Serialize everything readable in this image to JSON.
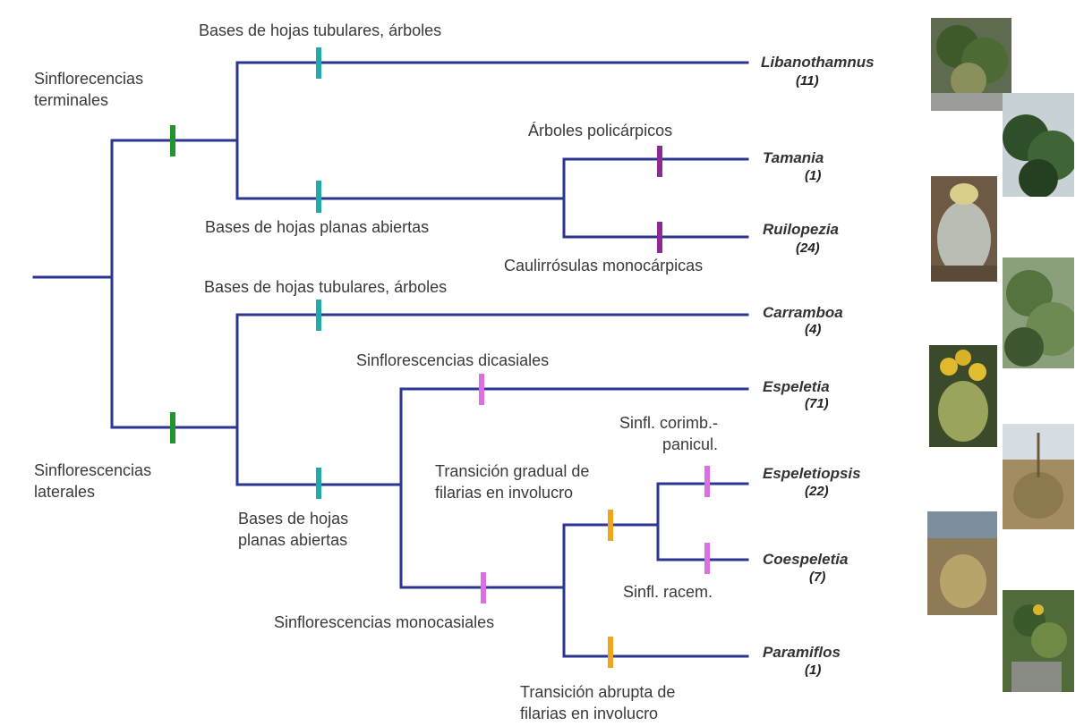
{
  "colors": {
    "branch": "#2b3690",
    "green": "#22932f",
    "teal": "#22a9ad",
    "purple": "#8c2b96",
    "pink": "#dc6fe4",
    "orange": "#f0a51e"
  },
  "labels": {
    "terminales": "Sinflorecencias\nterminales",
    "laterales": "Sinflorescencias\nlaterales",
    "tub_top": "Bases de hojas tubulares, árboles",
    "planas_top": "Bases de hojas planas abiertas",
    "arboles_poli": "Árboles policárpicos",
    "caulirrosulas": "Caulirrósulas monocárpicas",
    "tub_bottom": "Bases de hojas tubulares, árboles",
    "dicasiales": "Sinflorescencias dicasiales",
    "planas_bottom": "Bases de hojas\nplanas abiertas",
    "trans_gradual": "Transición gradual de\nfilarias en involucro",
    "corimb": "Sinfl. corimb.-\npanicul.",
    "racem": "Sinfl. racem.",
    "monocasiales": "Sinflorescencias monocasiales",
    "trans_abrupta": "Transición abrupta de\nfilarias en involucro"
  },
  "taxa": [
    {
      "name": "Libanothamnus",
      "count": "(11)"
    },
    {
      "name": "Tamania",
      "count": "(1)"
    },
    {
      "name": "Ruilopezia",
      "count": "(24)"
    },
    {
      "name": "Carramboa",
      "count": "(4)"
    },
    {
      "name": "Espeletia",
      "count": "(71)"
    },
    {
      "name": "Espeletiopsis",
      "count": "(22)"
    },
    {
      "name": "Coespeletia",
      "count": "(7)"
    },
    {
      "name": "Paramiflos",
      "count": "(1)"
    }
  ]
}
